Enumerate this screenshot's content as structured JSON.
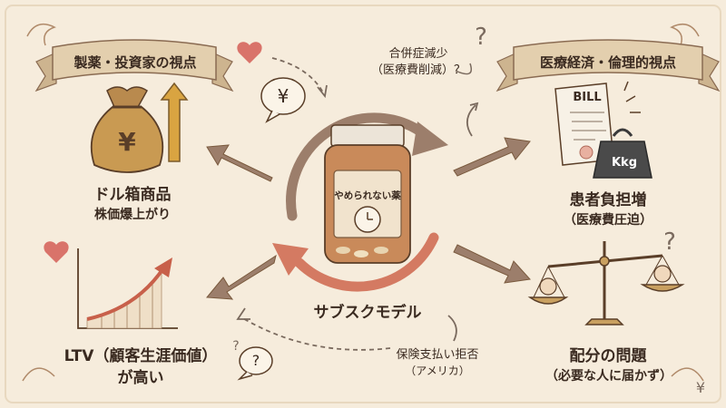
{
  "ribbons": {
    "left": "製薬・投資家の視点",
    "right": "医療経済・倫理的視点"
  },
  "center": {
    "jar_label": "やめられない薬",
    "model_label": "サブスクモデル"
  },
  "left_top": {
    "title": "ドル箱商品",
    "subtitle": "株価爆上がり"
  },
  "left_bottom": {
    "title": "LTV（顧客生涯価値）",
    "subtitle": "が高い"
  },
  "right_top": {
    "title": "患者負担増",
    "subtitle": "（医療費圧迫）"
  },
  "right_bottom": {
    "title": "配分の問題",
    "subtitle": "（必要な人に届かず）"
  },
  "top_note": {
    "line1": "合併症減少",
    "line2": "（医療費削減）？"
  },
  "bottom_note": {
    "line1": "保険支払い拒否",
    "line2": "（アメリカ）"
  },
  "bill_text": "BILL",
  "weight_text": "Kkg",
  "bubble_yen": "¥",
  "bubble_question": "?",
  "bag_yen": "¥",
  "corner_yen": "¥",
  "question_marks": [
    "?",
    "?",
    "?"
  ],
  "colors": {
    "background": "#f6ecdc",
    "ribbon": "#e3cfae",
    "arrow_brown": "#9c7e6b",
    "arrow_red": "#d47a62",
    "jar": "#c98a5a",
    "gold": "#d9a441",
    "heart": "#d9736a"
  },
  "icons": [
    "money-bag-icon",
    "up-arrow-icon",
    "heart-icon",
    "growth-chart-icon",
    "pill-jar-icon",
    "clock-icon",
    "bill-icon",
    "weight-icon",
    "scale-icon",
    "question-icon"
  ]
}
